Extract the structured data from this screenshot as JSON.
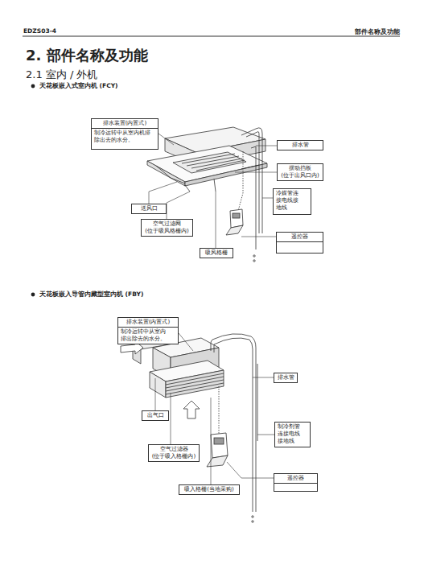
{
  "diagram": {
    "title": "2. 部件名称及功能",
    "nodes": [
      {
        "text": [
          "排水装置(内置式)",
          "制冷运转中从室内机排 除出去的水分。"
        ]
      },
      {
        "text": [
          "排水管"
        ]
      },
      {
        "text": [
          "摆动挡板 (位于出风口内)"
        ]
      },
      {
        "text": [
          "冷媒管连 接电线接 地线"
        ]
      },
      {
        "text": [
          "遥控器"
        ]
      },
      {
        "text": [
          "送风口"
        ]
      },
      {
        "text": [
          "空气过滤网 (位于吸风格栅内)"
        ]
      },
      {
        "text": [
          "吸风格栅"
        ]
      },
      {
        "text": [
          "排水装置(内置式)",
          "制冷运转中从室内 排出除去的水分。"
        ]
      },
      {
        "text": [
          "排水管"
        ]
      },
      {
        "text": [
          "出气口"
        ]
      },
      {
        "text": [
          "空气过滤器 (位于吸入格栅内)"
        ]
      },
      {
        "text": [
          "制冷剂管 连接电线 接地线"
        ]
      },
      {
        "text": [
          "遥控器"
        ]
      },
      {
        "text": [
          "吸入格栅(当地采购)"
        ]
      }
    ],
    "labels": [
      "EDZS03-4",
      "部件名称及功能",
      "2.1 室内 / 外机",
      "天花板嵌入式室内机 (FCY)",
      "天花板嵌入导管内藏型室内机 (FBY)"
    ]
  }
}
